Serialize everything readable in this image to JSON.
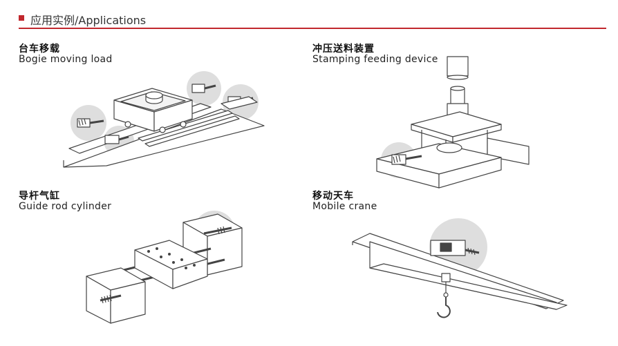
{
  "header": {
    "title": "应用实例/Applications"
  },
  "colors": {
    "accent": "#c1272d",
    "highlight": "#dedede",
    "line": "#444444"
  },
  "applications": [
    {
      "title_cn": "台车移载",
      "title_en": "Bogie moving load"
    },
    {
      "title_cn": "冲压送料装置",
      "title_en": "Stamping feeding device"
    },
    {
      "title_cn": "导杆气缸",
      "title_en": "Guide rod cylinder"
    },
    {
      "title_cn": "移动天车",
      "title_en": "Mobile crane"
    }
  ]
}
